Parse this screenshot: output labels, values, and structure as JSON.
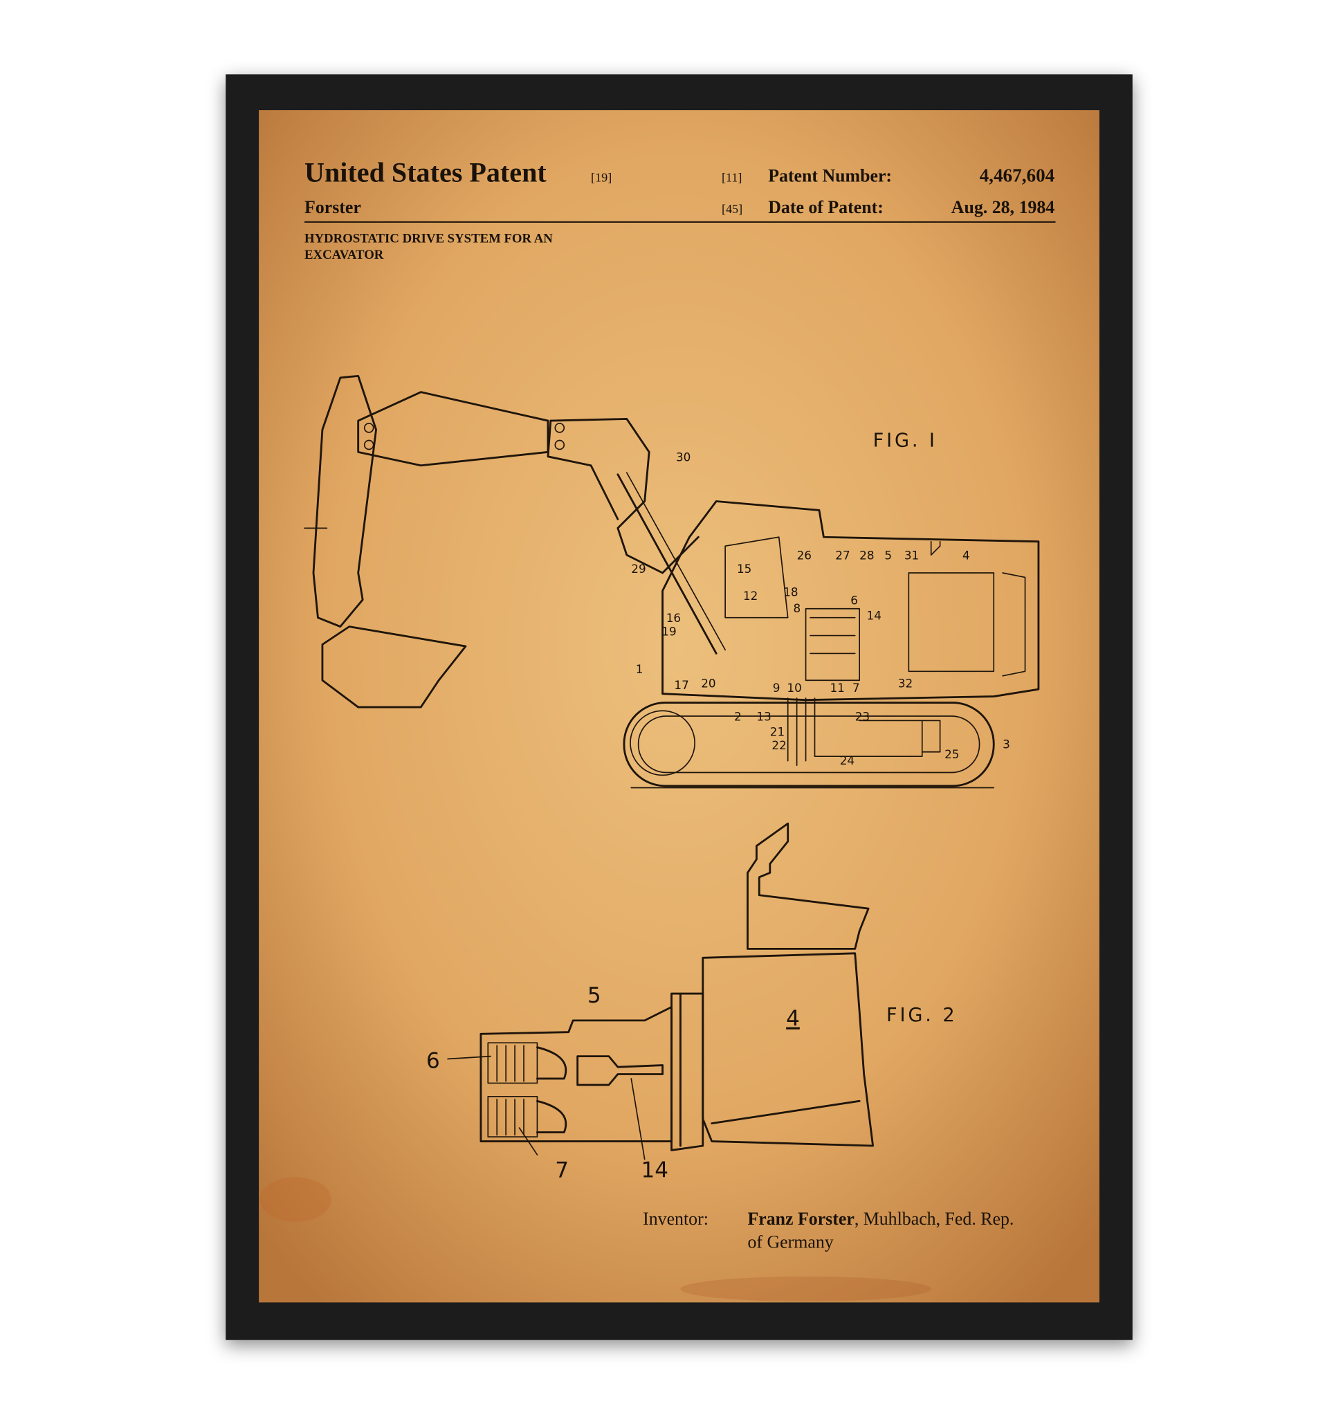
{
  "header": {
    "title": "United States Patent",
    "title_ref": "[19]",
    "inventor_surname": "Forster",
    "number_ref": "[11]",
    "number_label": "Patent Number:",
    "number_value": "4,467,604",
    "date_ref": "[45]",
    "date_label": "Date of Patent:",
    "date_value": "Aug. 28, 1984",
    "invention_title_line1": "HYDROSTATIC DRIVE SYSTEM FOR AN",
    "invention_title_line2": "EXCAVATOR"
  },
  "figures": {
    "fig1_label": "FIG. I",
    "fig2_label": "FIG. 2",
    "fig1_numerals": [
      "30",
      "29",
      "15",
      "12",
      "18",
      "16",
      "19",
      "1",
      "17",
      "20",
      "26",
      "27",
      "28",
      "5",
      "31",
      "4",
      "6",
      "8",
      "14",
      "9",
      "10",
      "11",
      "7",
      "32",
      "2",
      "13",
      "23",
      "21",
      "22",
      "24",
      "25",
      "3"
    ],
    "fig2_numerals": [
      "5",
      "6",
      "4",
      "7",
      "14"
    ]
  },
  "inventor": {
    "label": "Inventor:",
    "name": "Franz Forster",
    "location_line1": ", Muhlbach, Fed. Rep.",
    "location_line2": "of Germany"
  },
  "colors": {
    "frame": "#1b1b1b",
    "paper": "#e2ad67",
    "ink": "#1f150b"
  }
}
